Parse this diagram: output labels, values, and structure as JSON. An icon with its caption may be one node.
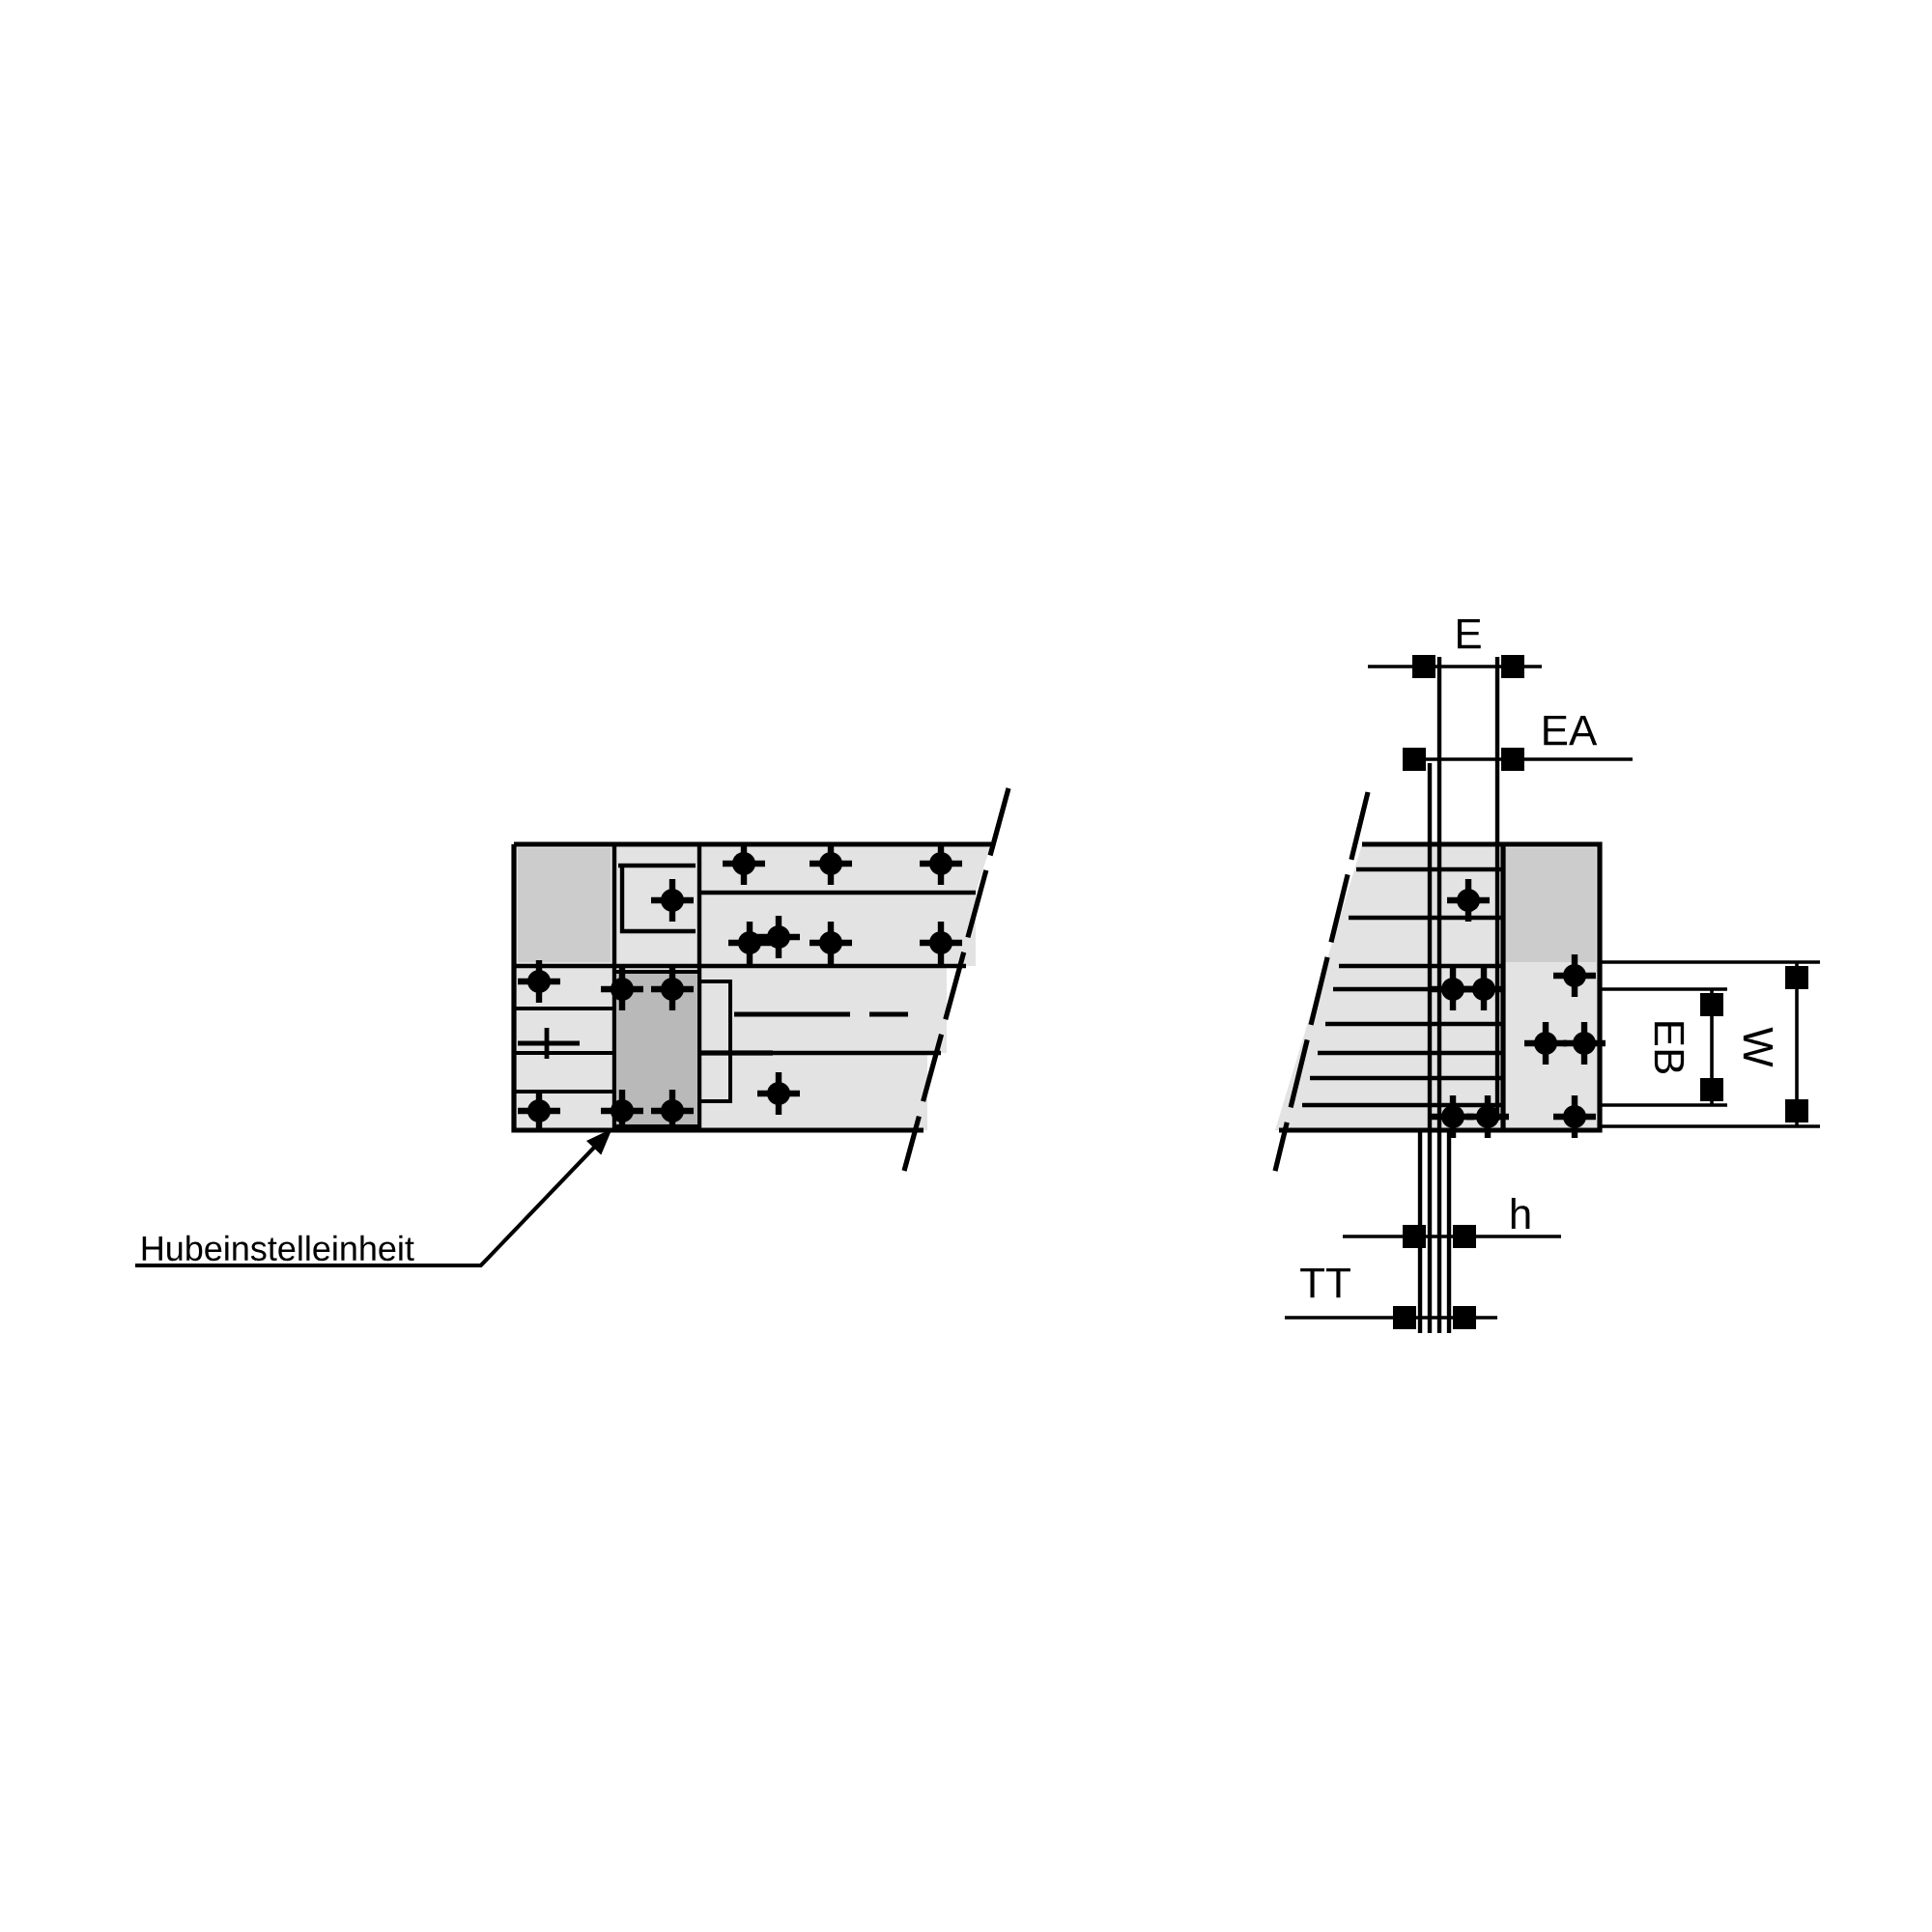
{
  "diagram": {
    "nodes": [
      {
        "text": [
          "Hubeinstelleinheit"
        ]
      },
      {
        "text": [],
        "shape": "box"
      }
    ],
    "edges": [
      {
        "from": 0,
        "to": 1,
        "arrow": "to"
      }
    ],
    "labels": [
      "E",
      "EA",
      "EB",
      "W",
      "h",
      "TT"
    ]
  }
}
